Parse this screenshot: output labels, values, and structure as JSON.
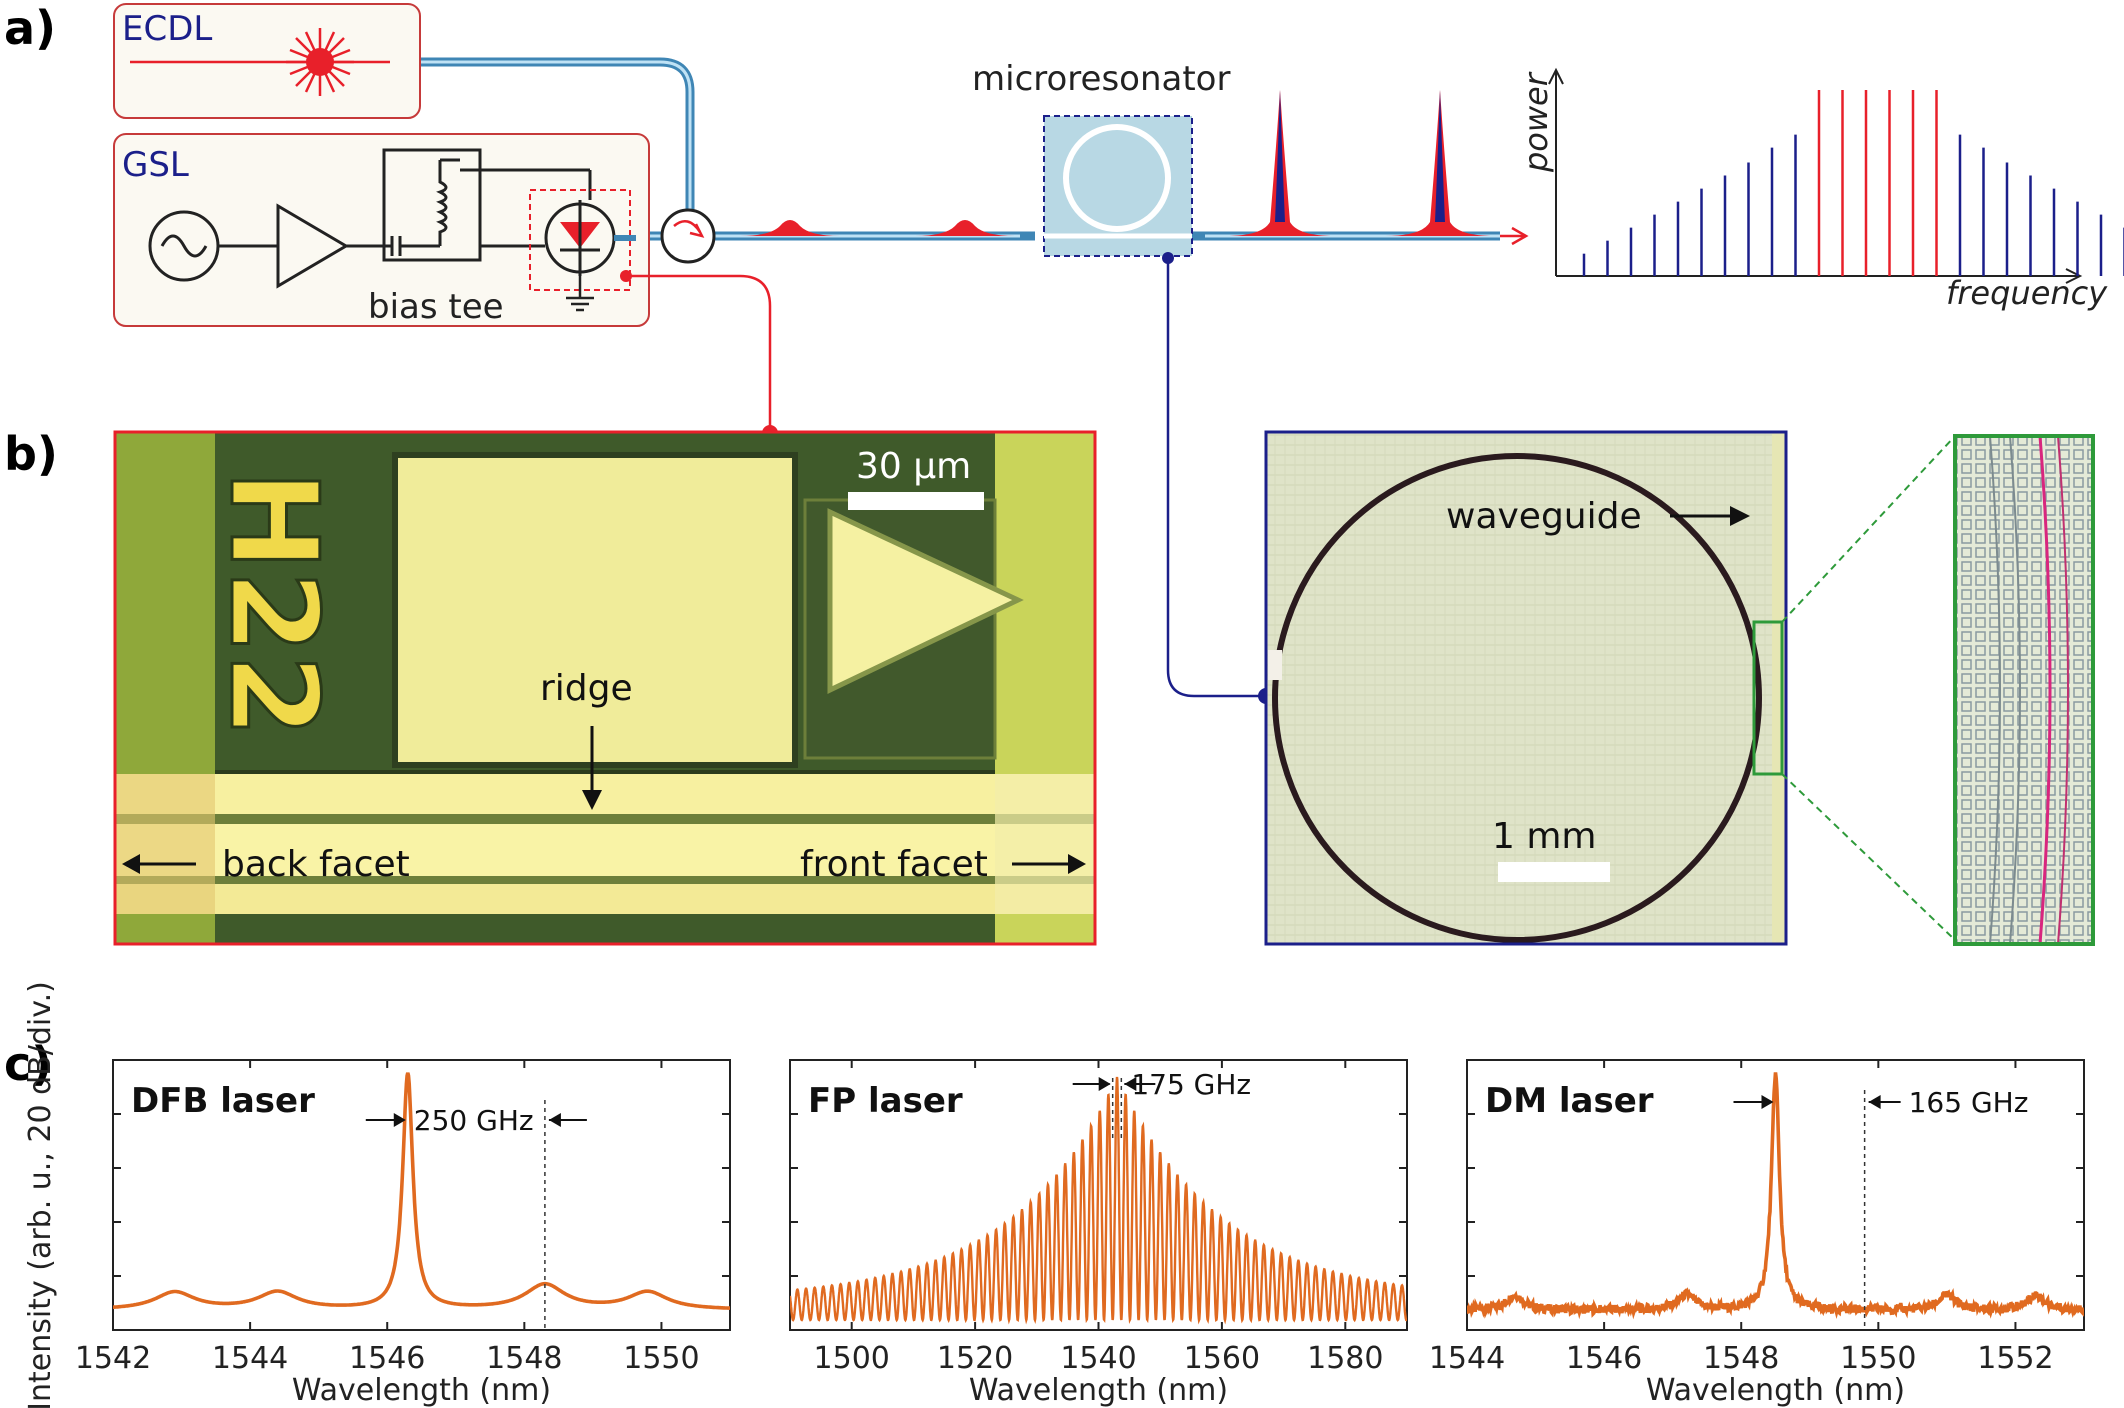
{
  "panels": {
    "a": "a)",
    "b": "b)",
    "c": "c)"
  },
  "panel_a": {
    "ecdl_label": "ECDL",
    "gsl_label": "GSL",
    "bias_tee_label": "bias tee",
    "microresonator_label": "microresonator",
    "spectrum": {
      "power_label": "power",
      "frequency_label": "frequency",
      "blue_lines_left": [
        0.12,
        0.19,
        0.26,
        0.33,
        0.4,
        0.47,
        0.54,
        0.61,
        0.69,
        0.76
      ],
      "red_lines": [
        1,
        1,
        1,
        1,
        1,
        1
      ],
      "blue_lines_right": [
        0.76,
        0.69,
        0.61,
        0.54,
        0.47,
        0.4,
        0.33,
        0.26,
        0.19,
        0.12
      ]
    }
  },
  "panel_b": {
    "laser_chip": {
      "scale_label": "30 µm",
      "chip_text": "H22",
      "ridge_label": "ridge",
      "back_facet_label": "back facet",
      "front_facet_label": "front facet"
    },
    "resonator_image": {
      "waveguide_label": "waveguide",
      "scale_label": "1 mm"
    }
  },
  "chart_data": [
    {
      "type": "line",
      "title": "DFB laser",
      "xlabel": "Wavelength (nm)",
      "ylabel": "Intensity (arb. u., 20 dB/div.)",
      "xlim": [
        1542,
        1551
      ],
      "xticks": [
        1542,
        1544,
        1546,
        1548,
        1550
      ],
      "annotation": "250 GHz",
      "peak_wavelength": 1546.3,
      "marker_wavelength": 1548.3,
      "side_peaks": [
        1542.9,
        1544.4,
        1548.3,
        1549.8
      ]
    },
    {
      "type": "line",
      "title": "FP laser",
      "xlabel": "Wavelength (nm)",
      "xlim": [
        1490,
        1590
      ],
      "xticks": [
        1500,
        1520,
        1540,
        1560,
        1580
      ],
      "annotation": "175 GHz",
      "peak_wavelength": 1543,
      "mode_spacing_nm": 1.4
    },
    {
      "type": "line",
      "title": "DM laser",
      "xlabel": "Wavelength (nm)",
      "xlim": [
        1544,
        1553
      ],
      "xticks": [
        1544,
        1546,
        1548,
        1550,
        1552
      ],
      "annotation": "165 GHz",
      "peak_wavelength": 1548.5,
      "marker_wavelength": 1549.8,
      "side_peaks": [
        1544.7,
        1547.2,
        1551.0,
        1552.3
      ]
    }
  ],
  "colors": {
    "navy": "#1b1f8a",
    "red": "#e8202a",
    "orange": "#e06a20",
    "fiber": "#5aa9d6",
    "green": "#2e9a3a",
    "chip_green": "#4e6e2e",
    "chip_gold": "#f2ef9a"
  }
}
